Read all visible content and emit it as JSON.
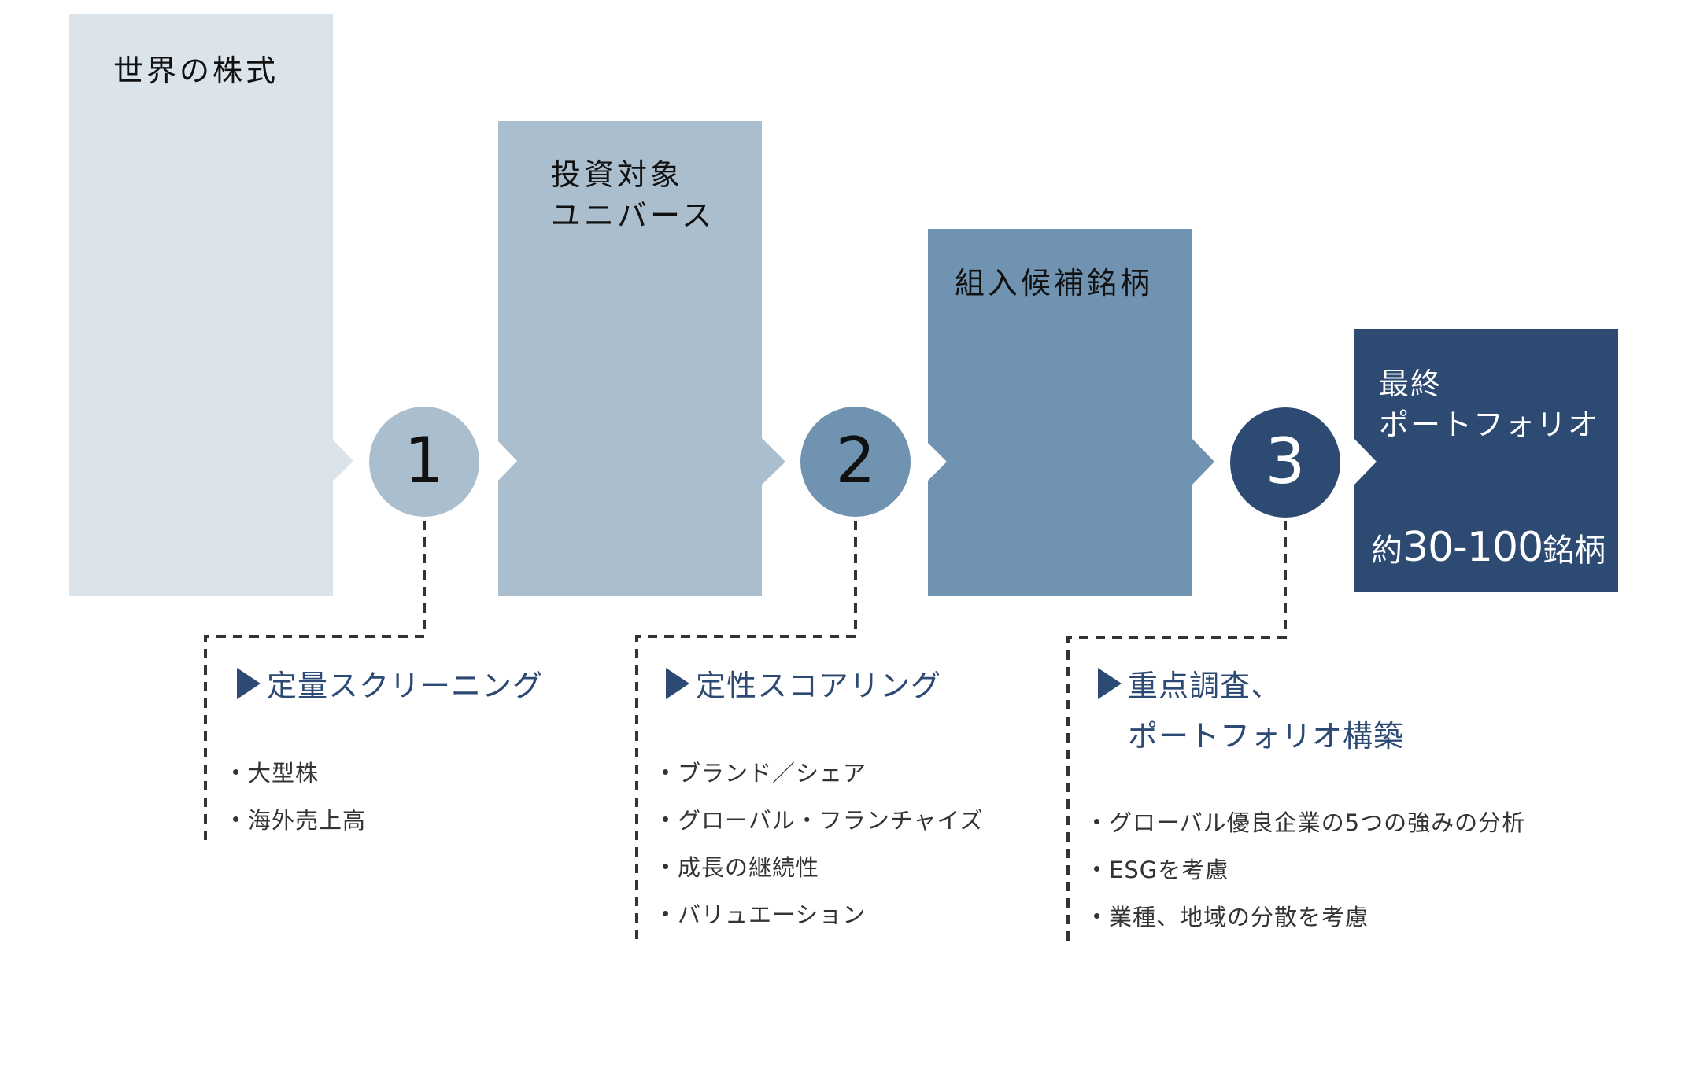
{
  "colors": {
    "stage_1": "#dce4eb",
    "stage_2": "#abbecd",
    "stage_3": "#7093b1",
    "stage_4": "#2d4a73",
    "heading": "#2c4a73",
    "connector": "#333333",
    "body_text": "#333333"
  },
  "stages": [
    {
      "title_lines": [
        "世界の株式"
      ]
    },
    {
      "title_lines": [
        "投資対象",
        "ユニバース"
      ]
    },
    {
      "title_lines": [
        "組入候補銘柄"
      ]
    },
    {
      "title_lines": [
        "最終",
        "ポートフォリオ"
      ],
      "count_prefix": "約",
      "count_value": "30-100",
      "count_suffix": "銘柄"
    }
  ],
  "steps": [
    {
      "number": "1",
      "heading_lines": [
        "定量スクリーニング"
      ],
      "bullets": [
        "大型株",
        "海外売上高"
      ]
    },
    {
      "number": "2",
      "heading_lines": [
        "定性スコアリング"
      ],
      "bullets": [
        "ブランド／シェア",
        "グローバル・フランチャイズ",
        "成長の継続性",
        "バリュエーション"
      ]
    },
    {
      "number": "3",
      "heading_lines": [
        "重点調査、",
        "ポートフォリオ構築"
      ],
      "bullets": [
        "グローバル優良企業の5つの強みの分析",
        "ESGを考慮",
        "業種、地域の分散を考慮"
      ]
    }
  ]
}
